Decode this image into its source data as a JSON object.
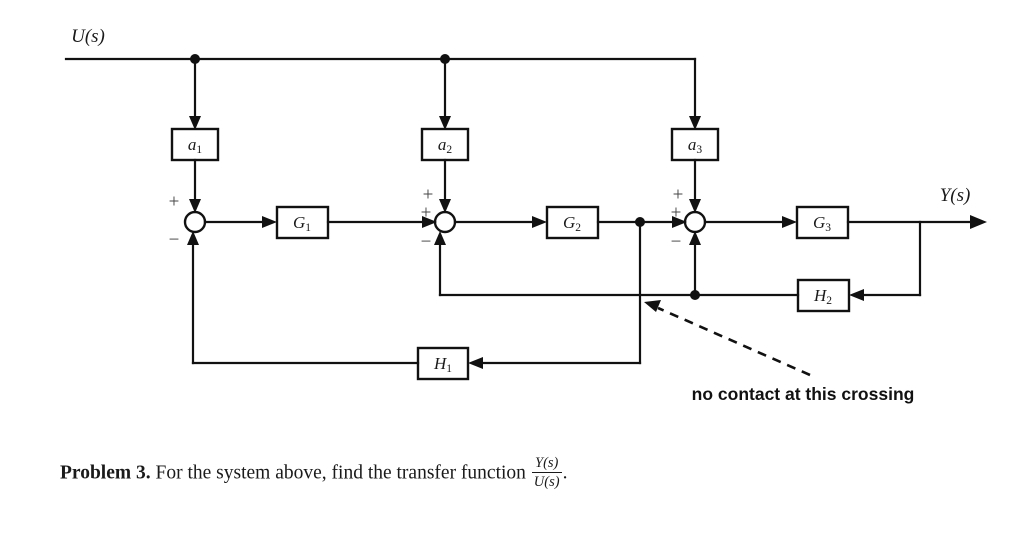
{
  "diagram": {
    "input_label": "U(s)",
    "output_label": "Y(s)",
    "feedforward_blocks": [
      {
        "id": "a1",
        "label": "a",
        "subscript": "1"
      },
      {
        "id": "a2",
        "label": "a",
        "subscript": "2"
      },
      {
        "id": "a3",
        "label": "a",
        "subscript": "3"
      }
    ],
    "forward_blocks": [
      {
        "id": "G1",
        "label": "G",
        "subscript": "1"
      },
      {
        "id": "G2",
        "label": "G",
        "subscript": "2"
      },
      {
        "id": "G3",
        "label": "G",
        "subscript": "3"
      }
    ],
    "feedback_blocks": [
      {
        "id": "H1",
        "label": "H",
        "subscript": "1"
      },
      {
        "id": "H2",
        "label": "H",
        "subscript": "2"
      }
    ],
    "summing_junctions": [
      {
        "id": "sum1",
        "signs": {
          "top": "+",
          "left": "",
          "bottom": "−"
        }
      },
      {
        "id": "sum2",
        "signs": {
          "top": "+",
          "left": "+",
          "bottom": "−"
        }
      },
      {
        "id": "sum3",
        "signs": {
          "top": "+",
          "left": "+",
          "bottom": "−"
        }
      }
    ],
    "annotation": "no contact at this crossing"
  },
  "problem": {
    "number_label": "Problem 3.",
    "text_before": "For the system above, find the transfer function",
    "fraction_numerator": "Y(s)",
    "fraction_denominator": "U(s)",
    "text_after": "."
  }
}
